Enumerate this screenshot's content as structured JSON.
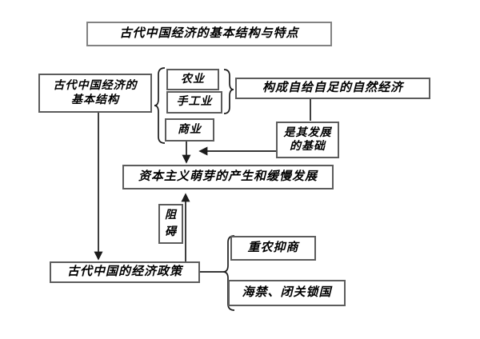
{
  "title": "古代中国经济的基本结构与特点",
  "nodes": {
    "basic_structure": {
      "line1": "古代中国经济的",
      "line2": "基本结构"
    },
    "agriculture": "农业",
    "handicraft": "手工业",
    "commerce": "商业",
    "natural_economy": "构成自给自足的自然经济",
    "foundation": {
      "line1": "是其发展",
      "line2": "的基础"
    },
    "capitalism": "资本主义萌芽的产生和缓慢发展",
    "hinder": {
      "line1": "阻",
      "line2": "碍"
    },
    "policy": "古代中国的经济政策",
    "agri_over_commerce": "重农抑商",
    "sea_ban": "海禁、闭关锁国"
  },
  "colors": {
    "background": "#ffffff",
    "box_border": "#5c5c5c",
    "title_border": "#828282",
    "line": "#1c1c1c",
    "text": "#000000"
  }
}
